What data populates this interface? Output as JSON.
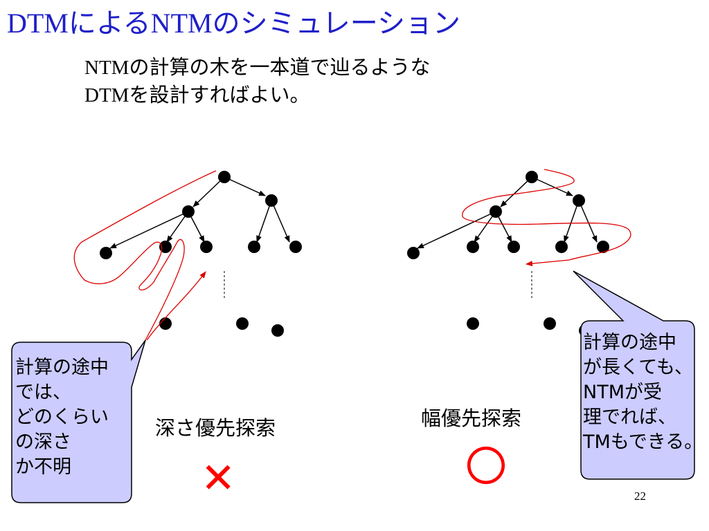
{
  "slide": {
    "title": "DTMによるNTMのシミュレーション",
    "subtitle_lines": [
      "NTMの計算の木を一本道で辿るような",
      "DTMを設計すればよい。"
    ],
    "page_number": "22"
  },
  "left_panel": {
    "method_label": "深さ優先探索",
    "verdict_symbol": "✕",
    "verdict_color": "#ff0000",
    "callout_lines": [
      "計算の途中",
      "では、",
      "どのくらい",
      "の深さ",
      "か不明"
    ]
  },
  "right_panel": {
    "method_label": "幅優先探索",
    "verdict_symbol": "〇",
    "verdict_color": "#ff0000",
    "callout_lines": [
      "計算の途中",
      "が長くても、",
      "NTMが受",
      "理でれば、",
      "TMもできる。"
    ]
  },
  "colors": {
    "title": "#1f1fc9",
    "callout_fill": "#ccccff",
    "trace_line": "#dd0000"
  }
}
